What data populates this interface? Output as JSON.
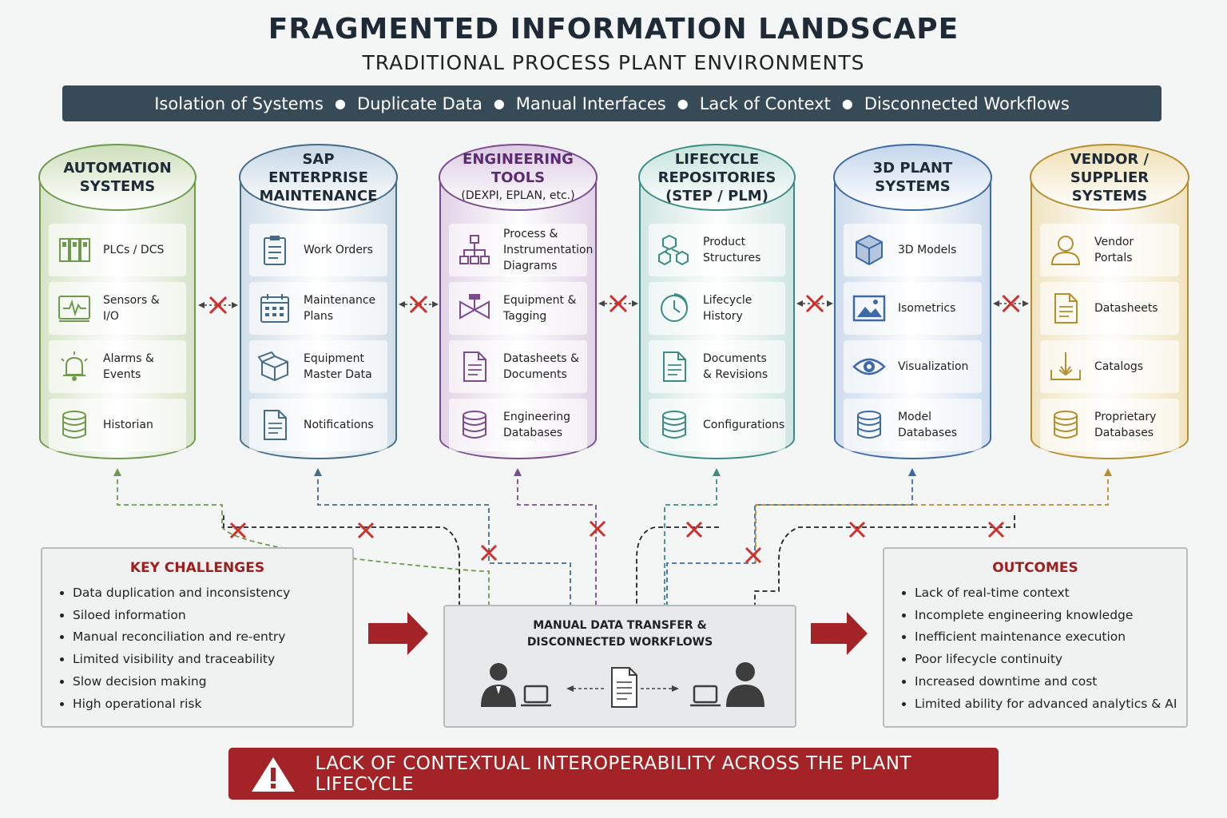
{
  "title": "FRAGMENTED INFORMATION LANDSCAPE",
  "subtitle": "TRADITIONAL PROCESS PLANT ENVIRONMENTS",
  "banner": [
    "Isolation of Systems",
    "Duplicate Data",
    "Manual Interfaces",
    "Lack of Context",
    "Disconnected Workflows"
  ],
  "systems": [
    {
      "title": [
        "AUTOMATION",
        "SYSTEMS"
      ],
      "sub": "",
      "color": "#6f9a4d",
      "fill": "#cfe0bd",
      "items": [
        {
          "icon": "plc-icon",
          "label": "PLCs / DCS"
        },
        {
          "icon": "sensor-waveform-icon",
          "label": "Sensors & I/O"
        },
        {
          "icon": "alarm-bell-icon",
          "label": "Alarms & Events"
        },
        {
          "icon": "database-icon",
          "label": "Historian"
        }
      ]
    },
    {
      "title": [
        "SAP",
        "ENTERPRISE",
        "MAINTENANCE"
      ],
      "sub": "",
      "color": "#466b86",
      "fill": "#c7d8e6",
      "items": [
        {
          "icon": "clipboard-icon",
          "label": "Work Orders"
        },
        {
          "icon": "calendar-icon",
          "label": "Maintenance Plans"
        },
        {
          "icon": "box-icon",
          "label": "Equipment Master Data"
        },
        {
          "icon": "document-icon",
          "label": "Notifications"
        }
      ]
    },
    {
      "title": [
        "ENGINEERING",
        "TOOLS"
      ],
      "sub": "(DEXPI, EPLAN, etc.)",
      "color": "#7b4b8e",
      "fill": "#dccbe4",
      "items": [
        {
          "icon": "hierarchy-icon",
          "label": "Process & Instrumentation Diagrams"
        },
        {
          "icon": "valve-icon",
          "label": "Equipment & Tagging"
        },
        {
          "icon": "document-icon",
          "label": "Datasheets & Documents"
        },
        {
          "icon": "database-icon",
          "label": "Engineering Databases"
        }
      ]
    },
    {
      "title": [
        "LIFECYCLE",
        "REPOSITORIES",
        "(STEP / PLM)"
      ],
      "sub": "",
      "color": "#3d8c84",
      "fill": "#c6e3dc",
      "items": [
        {
          "icon": "cubes-icon",
          "label": "Product Structures"
        },
        {
          "icon": "clock-icon",
          "label": "Lifecycle History"
        },
        {
          "icon": "document-icon",
          "label": "Documents & Revisions"
        },
        {
          "icon": "database-icon",
          "label": "Configurations"
        }
      ]
    },
    {
      "title": [
        "3D PLANT",
        "SYSTEMS"
      ],
      "sub": "",
      "color": "#3d6aa5",
      "fill": "#c5d6ec",
      "items": [
        {
          "icon": "cube-icon",
          "label": "3D Models"
        },
        {
          "icon": "image-icon",
          "label": "Isometrics"
        },
        {
          "icon": "eye-icon",
          "label": "Visualization"
        },
        {
          "icon": "database-icon",
          "label": "Model Databases"
        }
      ]
    },
    {
      "title": [
        "VENDOR /",
        "SUPPLIER",
        "SYSTEMS"
      ],
      "sub": "",
      "color": "#b58e2e",
      "fill": "#f0e0b4",
      "items": [
        {
          "icon": "user-icon",
          "label": "Vendor Portals"
        },
        {
          "icon": "document-icon",
          "label": "Datasheets"
        },
        {
          "icon": "download-tray-icon",
          "label": "Catalogs"
        },
        {
          "icon": "database-icon",
          "label": "Proprietary Databases"
        }
      ]
    }
  ],
  "challenges": {
    "title": "KEY CHALLENGES",
    "items": [
      "Data duplication and inconsistency",
      "Siloed information",
      "Manual reconciliation and re-entry",
      "Limited visibility and traceability",
      "Slow decision making",
      "High operational risk"
    ]
  },
  "center": {
    "title_1": "MANUAL DATA TRANSFER &",
    "title_2": "DISCONNECTED WORKFLOWS"
  },
  "outcomes": {
    "title": "OUTCOMES",
    "items": [
      "Lack of real-time context",
      "Incomplete engineering knowledge",
      "Inefficient maintenance execution",
      "Poor lifecycle continuity",
      "Increased downtime and cost",
      "Limited ability for advanced analytics & AI"
    ]
  },
  "footer": {
    "text": "LACK OF CONTEXTUAL INTEROPERABILITY ACROSS THE PLANT LIFECYCLE",
    "icon": "warning-icon"
  },
  "colors": {
    "accent_red": "#a32326",
    "banner": "#374a58",
    "cross": "#d0302c"
  }
}
